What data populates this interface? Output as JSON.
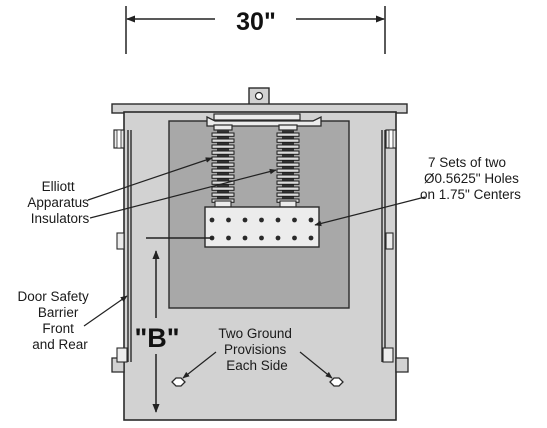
{
  "dimensions": {
    "width_label": "30\"",
    "height_label": "\"B\""
  },
  "callouts": {
    "insulators": [
      "Elliott",
      "Apparatus",
      "Insulators"
    ],
    "holes": [
      "7 Sets of two",
      "Ø0.5625\" Holes",
      "on 1.75\" Centers"
    ],
    "barrier": [
      "Door Safety",
      "Barrier",
      "Front",
      "and Rear"
    ],
    "ground": [
      "Two Ground",
      "Provisions",
      "Each Side"
    ]
  },
  "colors": {
    "enclosure": "#d2d2d2",
    "inner_panel": "#a8a8a8",
    "line": "#2a2a2a",
    "busbar": "#ececec"
  },
  "hole_grid": {
    "rows": 2,
    "cols": 7
  }
}
